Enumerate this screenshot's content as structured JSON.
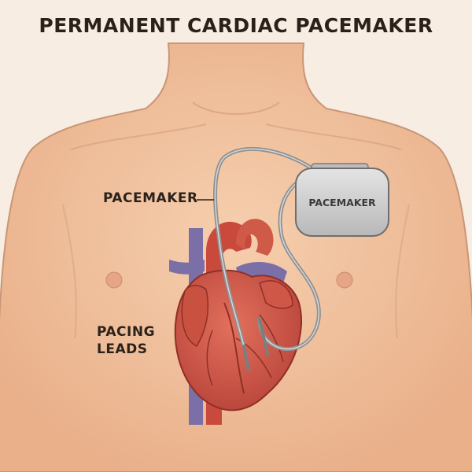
{
  "title": "PERMANENT CARDIAC PACEMAKER",
  "labels": {
    "pacemaker_callout": "PACEMAKER",
    "leads_line1": "PACING",
    "leads_line2": "LEADS"
  },
  "device": {
    "label": "PACEMAKER"
  },
  "colors": {
    "background": "#f8ede2",
    "skin": "#f1c3a0",
    "skin_outline": "#c99676",
    "heart": "#d65a4b",
    "heart_dark": "#a8372d",
    "vein": "#7b6fa8",
    "aorta": "#c94a3c",
    "lead_wire": "#8f9092",
    "device": "#cfcfcf"
  }
}
